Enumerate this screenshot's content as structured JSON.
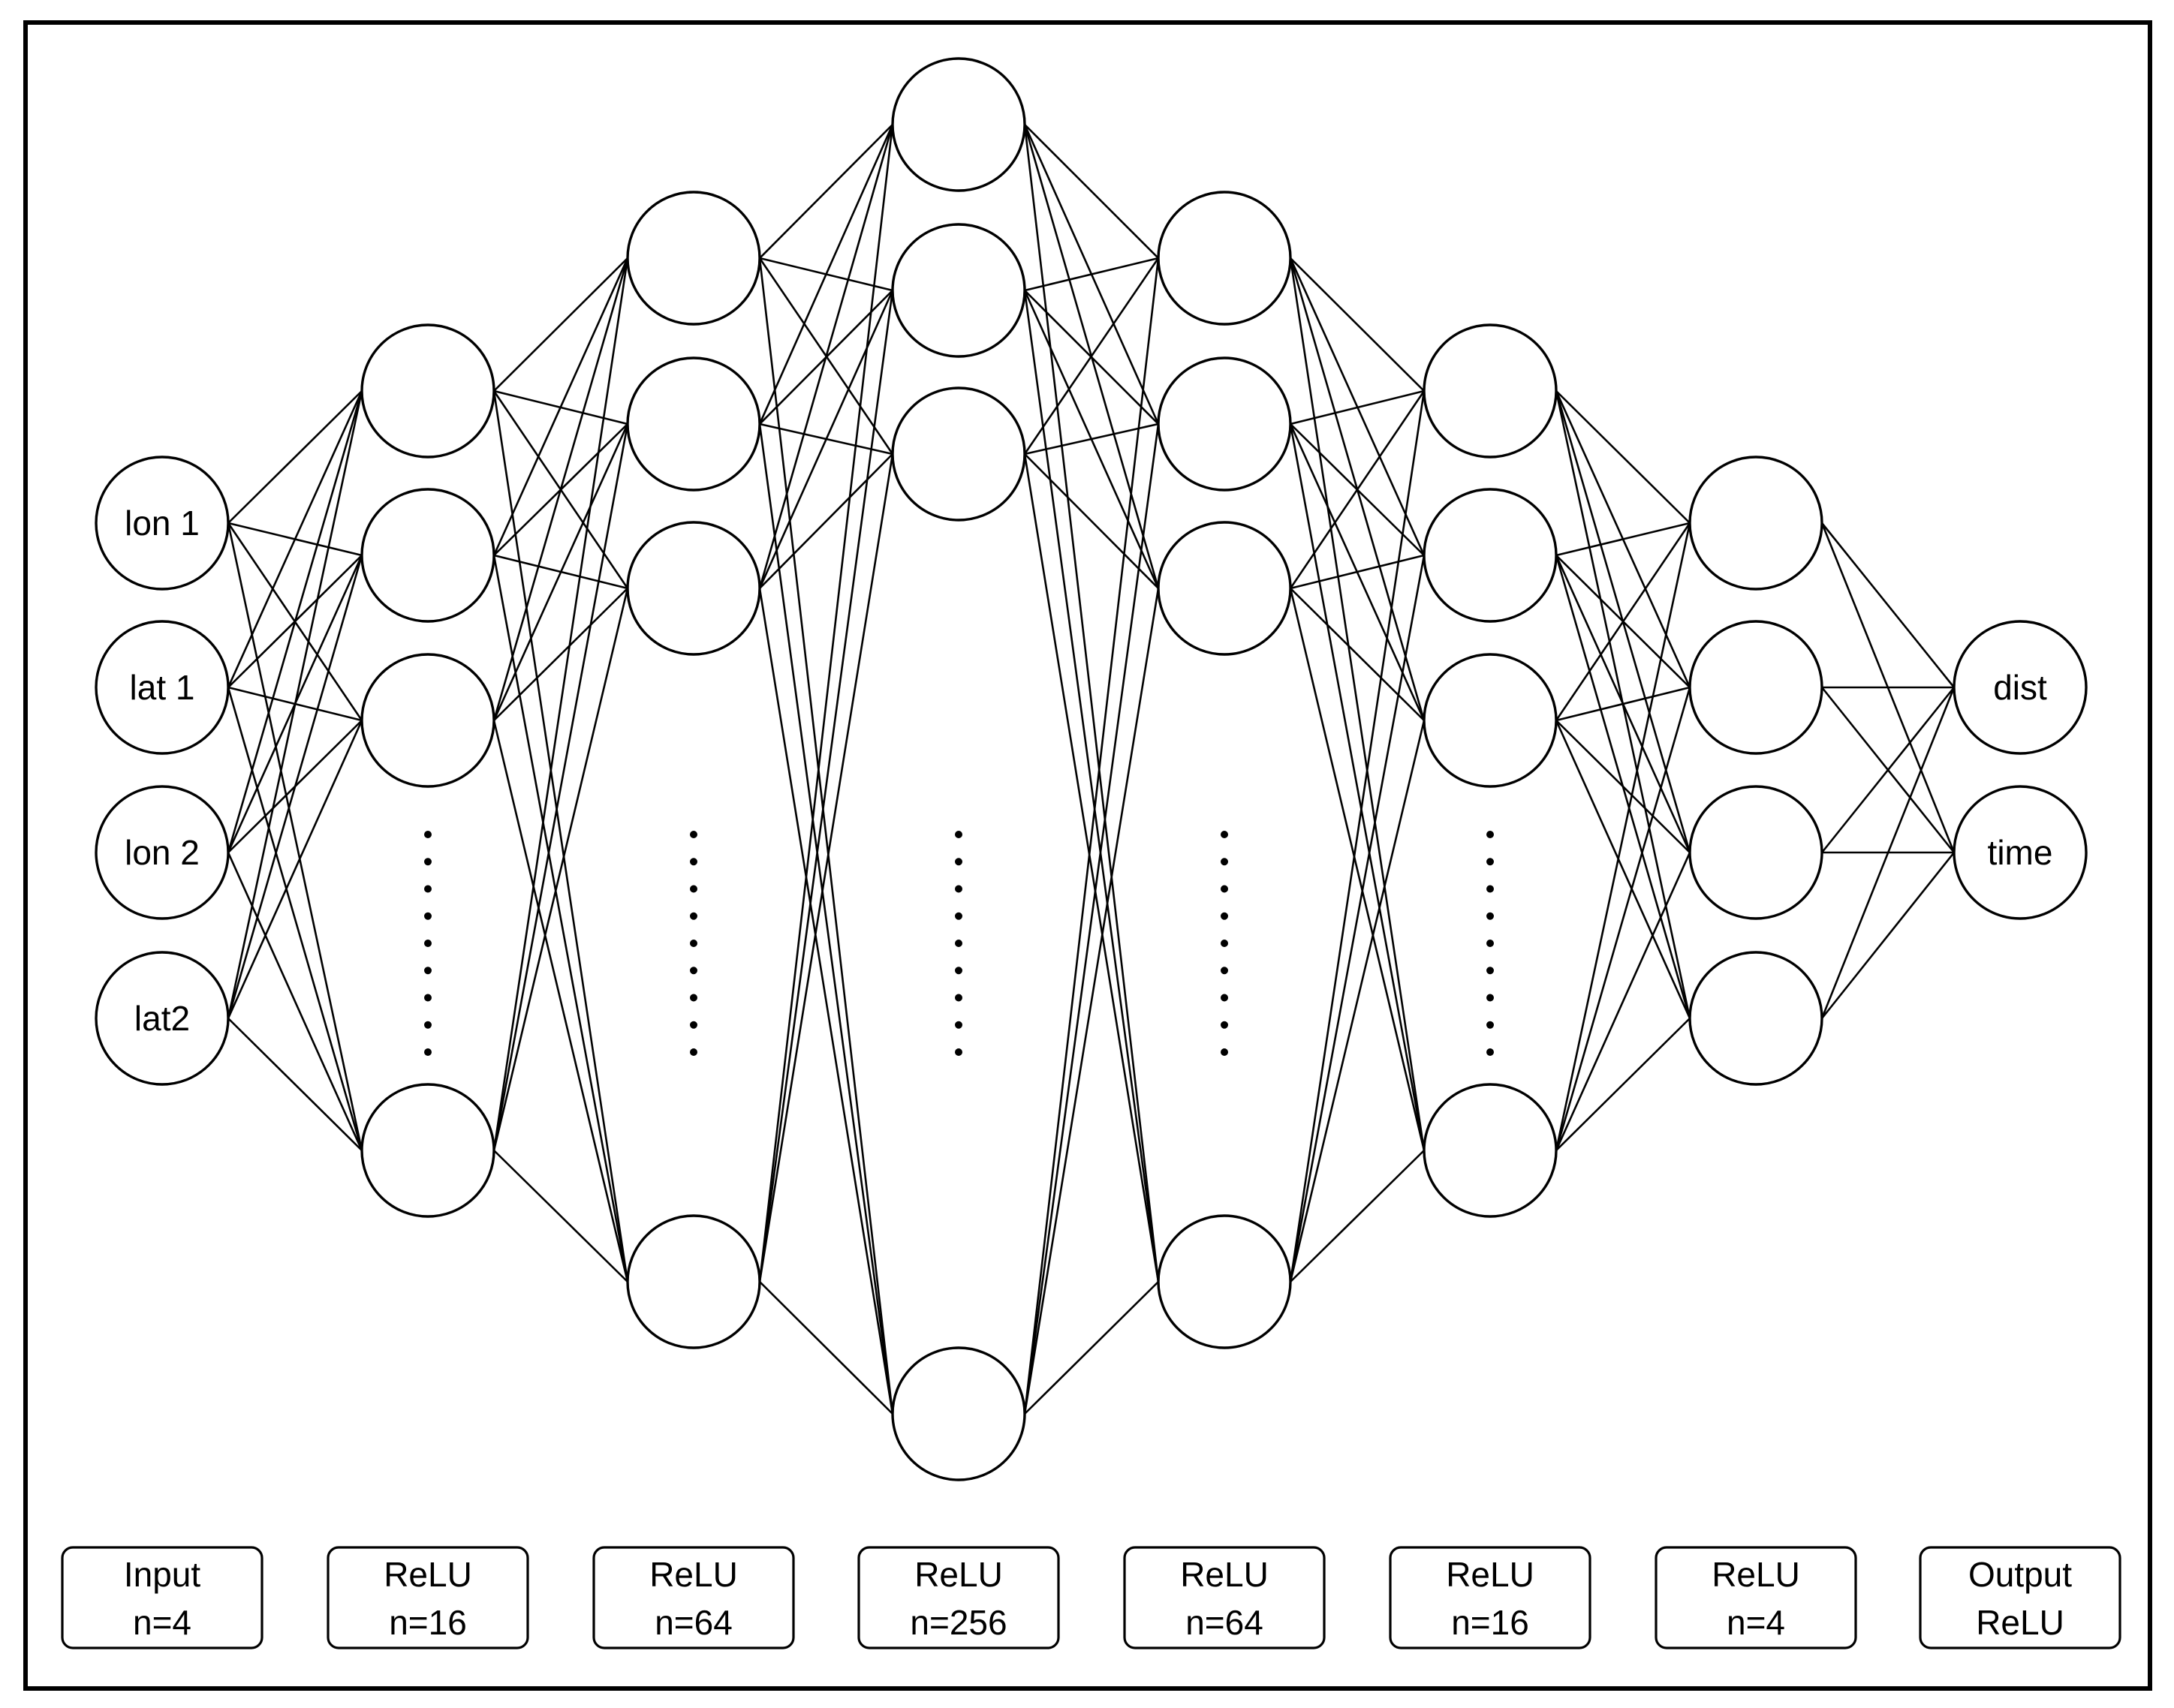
{
  "diagram": {
    "type": "neural-network",
    "layers": [
      {
        "name": "Input",
        "size": "n=4",
        "node_labels": [
          "lon 1",
          "lat 1",
          "lon 2",
          "lat2"
        ],
        "ellipsis": false
      },
      {
        "name": "ReLU",
        "size": "n=16",
        "node_labels": [
          "",
          "",
          "",
          ""
        ],
        "ellipsis": true
      },
      {
        "name": "ReLU",
        "size": "n=64",
        "node_labels": [
          "",
          "",
          "",
          ""
        ],
        "ellipsis": true
      },
      {
        "name": "ReLU",
        "size": "n=256",
        "node_labels": [
          "",
          "",
          "",
          ""
        ],
        "ellipsis": true
      },
      {
        "name": "ReLU",
        "size": "n=64",
        "node_labels": [
          "",
          "",
          "",
          ""
        ],
        "ellipsis": true
      },
      {
        "name": "ReLU",
        "size": "n=16",
        "node_labels": [
          "",
          "",
          "",
          ""
        ],
        "ellipsis": true
      },
      {
        "name": "ReLU",
        "size": "n=4",
        "node_labels": [
          "",
          "",
          "",
          ""
        ],
        "ellipsis": false
      },
      {
        "name": "Output",
        "size": "ReLU",
        "node_labels": [
          "dist",
          "time"
        ],
        "ellipsis": false
      }
    ],
    "connectivity": "fully-connected",
    "colors": {
      "stroke": "#000000",
      "fill": "#ffffff"
    }
  }
}
